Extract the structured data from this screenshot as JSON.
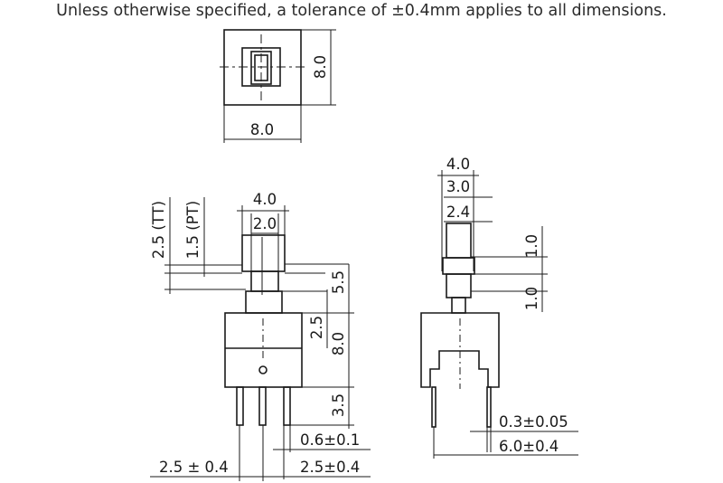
{
  "tolerance_note": "Unless otherwise specified, a tolerance of ±0.4mm applies to all dimensions.",
  "top_view": {
    "width": "8.0",
    "height": "8.0"
  },
  "front_view": {
    "plunger_width": "4.0",
    "plunger_inner_width": "2.0",
    "travel_tt": "2.5 (TT)",
    "travel_pt": "1.5 (PT)",
    "stem_height": "5.5",
    "stroke_offset": "2.5",
    "body_height": "8.0",
    "pin_length": "3.5",
    "pin_width": "0.6±0.1",
    "pitch_left": "2.5 ± 0.4",
    "pitch_right": "2.5±0.4"
  },
  "side_view": {
    "top_width": "4.0",
    "middle_width": "3.0",
    "inner_width": "2.4",
    "upper_gap": "1.0",
    "lower_gap": "1.0",
    "pin_thickness": "0.3±0.05",
    "pin_span": "6.0±0.4"
  }
}
